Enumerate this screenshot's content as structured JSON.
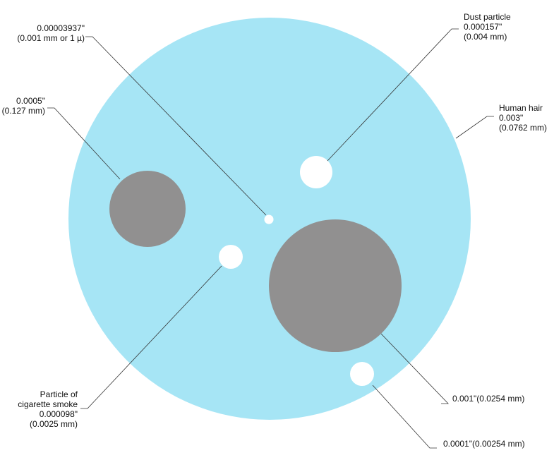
{
  "colors": {
    "hair": "#a6e5f5",
    "large_particle": "#919090",
    "small_particle": "#ffffff",
    "leader_line": "#333333"
  },
  "labels": {
    "micron": {
      "line1": "0.00003937\"",
      "line2": "(0.001 mm or 1 µ)"
    },
    "p0005": {
      "line1": "0.0005\"",
      "line2": "(0.127 mm)"
    },
    "dust": {
      "line1": "Dust particle",
      "line2": "0.000157\"",
      "line3": "(0.004 mm)"
    },
    "hair": {
      "line1": "Human hair",
      "line2": "0.003\"",
      "line3": "(0.0762 mm)"
    },
    "smoke": {
      "line1": "Particle of",
      "line2": "cigarette smoke",
      "line3": "0.000098\"",
      "line4": "(0.0025 mm)"
    },
    "p001": {
      "line1": "0.001\"(0.0254 mm)"
    },
    "p0001": {
      "line1": "0.0001\"(0.00254 mm)"
    }
  }
}
